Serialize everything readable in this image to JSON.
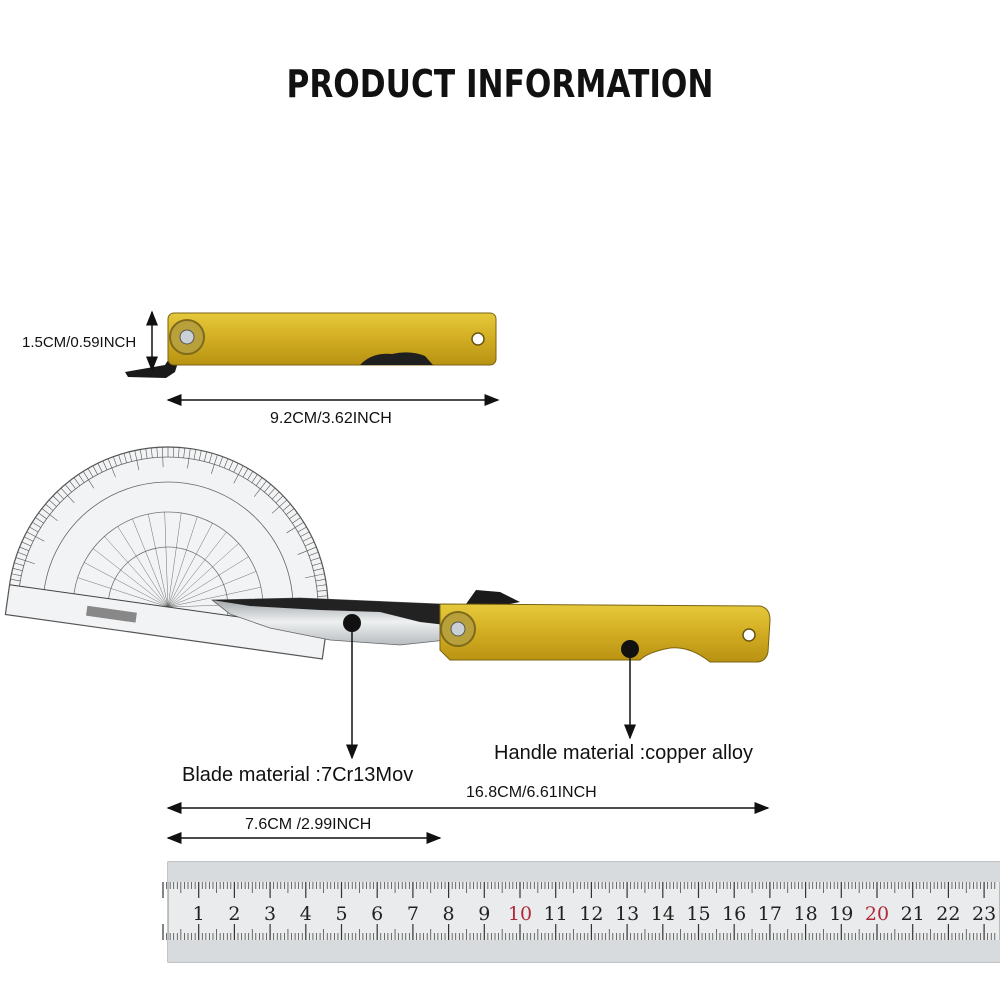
{
  "title": "PRODUCT INFORMATION",
  "closed_knife": {
    "height_label": "1.5CM/0.59INCH",
    "length_label": "9.2CM/3.62INCH"
  },
  "open_knife": {
    "blade_material_label": "Blade material :7Cr13Mov",
    "handle_material_label": "Handle material :copper alloy",
    "total_length_label": "16.8CM/6.61INCH",
    "blade_length_label": "7.6CM /2.99INCH"
  },
  "ruler": {
    "numbers": [
      "1",
      "2",
      "3",
      "4",
      "5",
      "6",
      "7",
      "8",
      "9",
      "10",
      "11",
      "12",
      "13",
      "14",
      "15",
      "16",
      "17",
      "18",
      "19",
      "20",
      "21",
      "22",
      "23"
    ],
    "highlight_numbers": [
      "10",
      "20"
    ],
    "highlight_color": "#b0283a"
  },
  "colors": {
    "handle": "#d4b22a",
    "handle_dark": "#8a7012",
    "blade": "#cfd3d6",
    "blade_spine": "#1c1c1c",
    "arrow": "#111111"
  }
}
